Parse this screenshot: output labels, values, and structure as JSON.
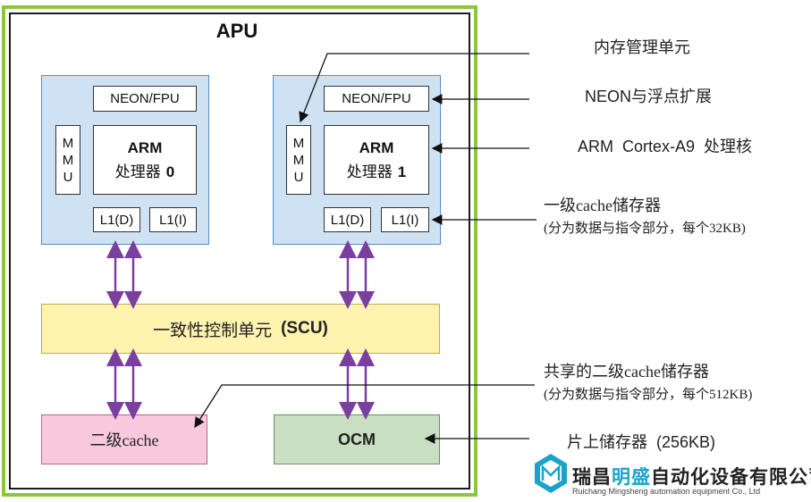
{
  "apu": {
    "title": "APU",
    "core0": {
      "neon": "NEON/FPU",
      "mmu": [
        "M",
        "M",
        "U"
      ],
      "arm": "ARM",
      "proc": "处理器",
      "num": "0",
      "l1d": "L1(D)",
      "l1i": "L1(I)"
    },
    "core1": {
      "neon": "NEON/FPU",
      "mmu": [
        "M",
        "M",
        "U"
      ],
      "arm": "ARM",
      "proc": "处理器",
      "num": "1",
      "l1d": "L1(D)",
      "l1i": "L1(I)"
    },
    "scu": {
      "label": "一致性控制单元",
      "abbr": "(SCU)"
    },
    "l2": "二级cache",
    "ocm": "OCM"
  },
  "annotations": {
    "mmu": "内存管理单元",
    "neon": "NEON与浮点扩展",
    "arm_core": "ARM  Cortex-A9  处理核",
    "l1_title": "一级cache储存器",
    "l1_sub": "(分为数据与指令部分，每个32KB)",
    "l2_title": "共享的二级cache储存器",
    "l2_sub": "(分为数据与指令部分，每个512KB)",
    "ocm": "片上储存器  (256KB)"
  },
  "logo": {
    "cn_a": "瑞昌",
    "cn_b": "明盛",
    "cn_c": "自动化设备有限公司",
    "en": "Ruichang Mingsheng automation equipment Co., Ltd"
  },
  "colors": {
    "apu_border": "#8cc63f",
    "core_fill": "#cfe2f3",
    "scu_fill": "#fff3b0",
    "l2_fill": "#f8c8dc",
    "ocm_fill": "#c9dfc1",
    "bus_arrow": "#7b3fa0",
    "logo_accent": "#1aa3c8"
  }
}
